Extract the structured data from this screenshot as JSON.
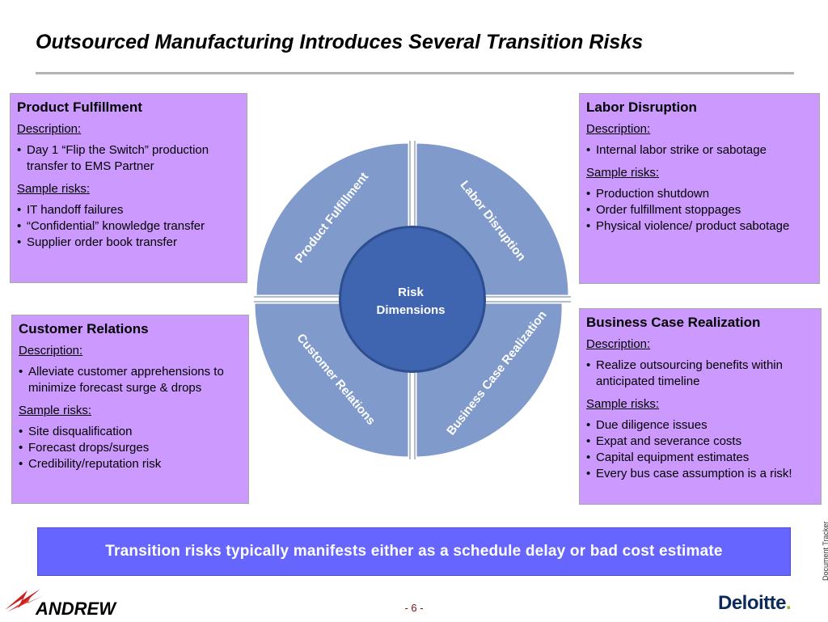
{
  "title": "Outsourced Manufacturing Introduces Several Transition Risks",
  "wheel": {
    "center_label_line1": "Risk",
    "center_label_line2": "Dimensions",
    "quadrants": [
      {
        "label": "Product Fulfillment"
      },
      {
        "label": "Labor Disruption"
      },
      {
        "label": "Customer Relations"
      },
      {
        "label": "Business Case Realization"
      }
    ],
    "colors": {
      "quadrant": "#7f9acb",
      "center": "#3f64b0",
      "box": "#cc99ff",
      "band": "#6666ff"
    }
  },
  "boxes": {
    "product_fulfillment": {
      "heading": "Product Fulfillment",
      "description_label": "Description:",
      "description": [
        "Day 1 “Flip the Switch” production transfer to EMS Partner"
      ],
      "risks_label": "Sample risks:",
      "risks": [
        "IT handoff failures",
        "“Confidential” knowledge transfer",
        "Supplier order book transfer"
      ]
    },
    "labor_disruption": {
      "heading": "Labor Disruption",
      "description_label": "Description:",
      "description": [
        "Internal labor strike or sabotage"
      ],
      "risks_label": "Sample risks:",
      "risks": [
        "Production shutdown",
        "Order fulfillment stoppages",
        "Physical violence/ product sabotage"
      ]
    },
    "customer_relations": {
      "heading": "Customer Relations",
      "description_label": "Description:",
      "description": [
        "Alleviate customer apprehensions to minimize forecast surge & drops"
      ],
      "risks_label": "Sample risks:",
      "risks": [
        "Site disqualification",
        "Forecast drops/surges",
        "Credibility/reputation risk"
      ]
    },
    "business_case": {
      "heading": "Business Case Realization",
      "description_label": "Description:",
      "description": [
        "Realize outsourcing benefits within anticipated timeline"
      ],
      "risks_label": "Sample risks:",
      "risks": [
        "Due diligence issues",
        "Expat and severance costs",
        "Capital equipment estimates",
        "Every bus case assumption is a risk!"
      ]
    }
  },
  "banner": "Transition risks typically manifests either as a schedule delay or bad cost estimate",
  "footer": {
    "page": "- 6 -",
    "doc_tracker": "Document Tracker",
    "left_logo": "ANDREW",
    "right_logo_word": "Deloitte",
    "right_logo_dot": "."
  }
}
